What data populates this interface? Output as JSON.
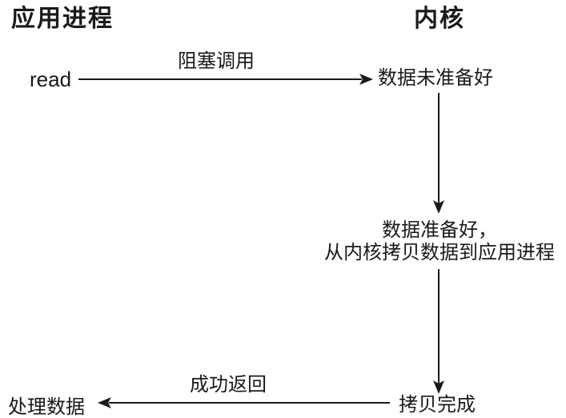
{
  "diagram": {
    "type": "flow-diagram",
    "topic": "blocking-io-sequence",
    "left_header": "应用进程",
    "right_header": "内核",
    "nodes": {
      "read": "read",
      "data_not_ready": "数据未准备好",
      "data_ready_line1": "数据准备好，",
      "data_ready_line2": "从内核拷贝数据到应用进程",
      "copy_complete": "拷贝完成",
      "process_data": "处理数据"
    },
    "edges": {
      "blocking_call_label": "阻塞调用",
      "success_return_label": "成功返回",
      "arrows": [
        {
          "name": "blocking-call-arrow",
          "from": "read",
          "to": "data_not_ready",
          "direction": "right"
        },
        {
          "name": "kernel-wait-arrow",
          "from": "data_not_ready",
          "to": "data_ready",
          "direction": "down"
        },
        {
          "name": "kernel-copy-arrow",
          "from": "data_ready",
          "to": "copy_complete",
          "direction": "down"
        },
        {
          "name": "success-return-arrow",
          "from": "copy_complete",
          "to": "process_data",
          "direction": "left"
        }
      ]
    },
    "colors": {
      "ink": "#1a1a1a",
      "background": "#ffffff"
    }
  }
}
